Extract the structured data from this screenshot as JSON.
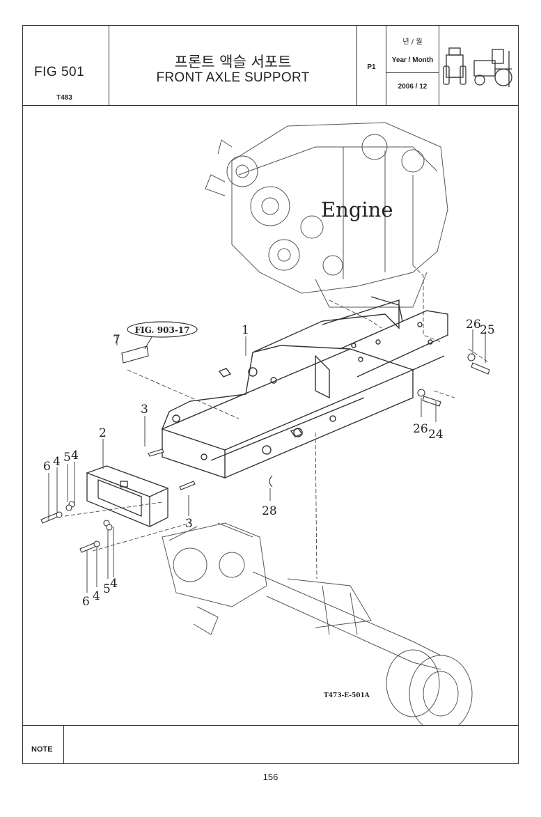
{
  "header": {
    "fig_no": "FIG 501",
    "model": "T483",
    "title_ko": "프론트 액슬 서포트",
    "title_en": "FRONT AXLE  SUPPORT",
    "page": "P1",
    "date_label_ko": "년 / 월",
    "date_label_en": "Year / Month",
    "date_value": "2006 / 12"
  },
  "drawing": {
    "engine_label": "Engine",
    "ref_fig": "FIG. 903-17",
    "drawing_code": "T473-E-501A",
    "callouts": {
      "c1": "1",
      "c2": "2",
      "c3a": "3",
      "c3b": "3",
      "c4a": "4",
      "c4b": "4",
      "c4c": "4",
      "c4d": "4",
      "c5a": "5",
      "c5b": "5",
      "c6a": "6",
      "c6b": "6",
      "c7": "7",
      "c24": "24",
      "c25": "25",
      "c26a": "26",
      "c26b": "26",
      "c28": "28"
    }
  },
  "note": {
    "label": "NOTE"
  },
  "footer": {
    "page_number": "156"
  }
}
